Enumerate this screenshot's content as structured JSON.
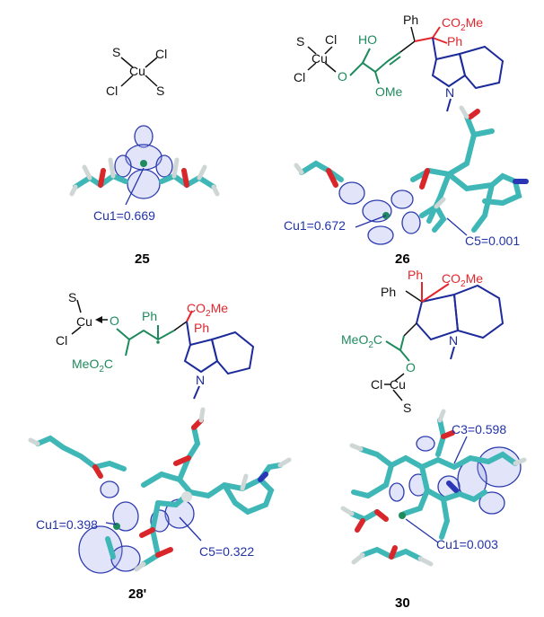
{
  "panels": {
    "p25": {
      "caption": "25",
      "spin_label": "Cu1=0.669",
      "scheme": {
        "s1": "S",
        "s2": "S",
        "cl1": "Cl",
        "cl2": "Cl",
        "cu": "Cu"
      }
    },
    "p26": {
      "caption": "26",
      "spin_label_cu": "Cu1=0.672",
      "spin_label_c5": "C5=0.001",
      "scheme": {
        "s": "S",
        "cl1": "Cl",
        "cl2": "Cl",
        "cu": "Cu",
        "o": "O",
        "ho": "HO",
        "ome": "OMe",
        "ph1": "Ph",
        "ph2": "Ph",
        "co2me": "CO",
        "co2me_sub": "2",
        "co2me_tail": "Me",
        "n": "N"
      }
    },
    "p28": {
      "caption": "28'",
      "spin_label_cu": "Cu1=0.398",
      "spin_label_c5": "C5=0.322",
      "scheme": {
        "s": "S",
        "cl": "Cl",
        "cu": "Cu",
        "o": "O",
        "ph1": "Ph",
        "ph2": "Ph",
        "co2me": "CO",
        "co2me_sub": "2",
        "co2me_tail": "Me",
        "meo2c": "MeO",
        "meo2c_sub": "2",
        "meo2c_tail": "C",
        "n": "N"
      }
    },
    "p30": {
      "caption": "30",
      "spin_label_c3": "C3=0.598",
      "spin_label_cu": "Cu1=0.003",
      "scheme": {
        "s": "S",
        "cl": "Cl",
        "cu": "Cu",
        "o": "O",
        "ph1": "Ph",
        "ph2": "Ph",
        "co2me": "CO",
        "co2me_sub": "2",
        "co2me_tail": "Me",
        "meo2c": "MeO",
        "meo2c_sub": "2",
        "meo2c_tail": "C",
        "n": "N"
      }
    }
  },
  "colors": {
    "black": "#111111",
    "green": "#1f8a5e",
    "red": "#e3262c",
    "navy": "#1c2a9a",
    "carbon": "#3fb7b7",
    "oxygen": "#d9262b",
    "nitrogen": "#2a36b5",
    "spin_density": "#2d3bb0"
  }
}
